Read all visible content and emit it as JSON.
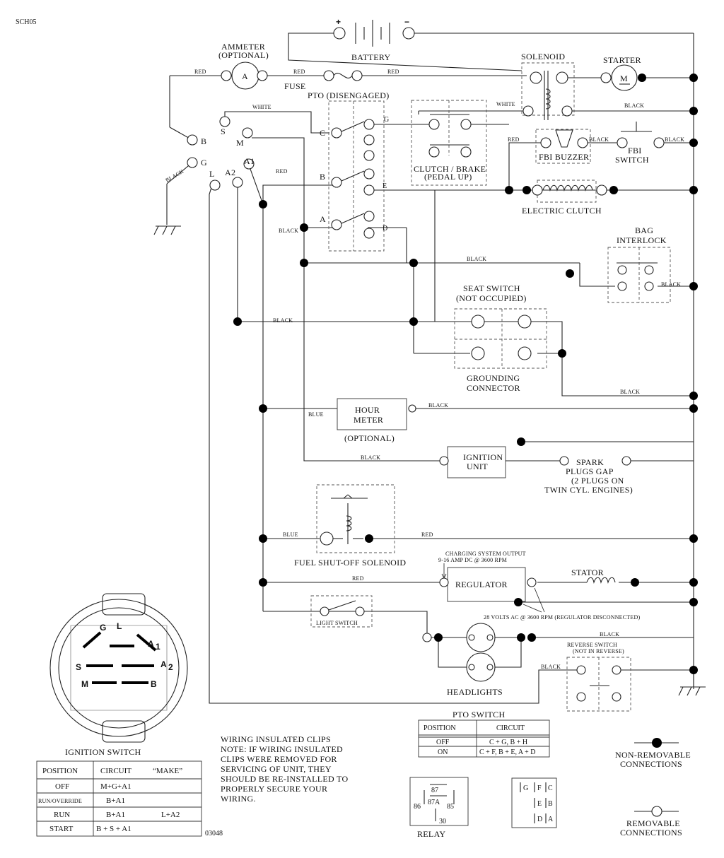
{
  "figure_code": "SCH05",
  "drawing_number": "03048",
  "components": {
    "battery": "BATTERY",
    "battery_plus": "+",
    "battery_minus": "−",
    "ammeter_title": "AMMETER",
    "ammeter_optional": "(OPTIONAL)",
    "ammeter_symbol": "A",
    "fuse": "FUSE",
    "pto_title": "PTO (DISENGAGED)",
    "solenoid": "SOLENOID",
    "starter": "STARTER",
    "starter_symbol": "M",
    "clutch_brake_1": "CLUTCH / BRAKE",
    "clutch_brake_2": "(PEDAL UP)",
    "fbi_buzzer": "FBI BUZZER",
    "fbi_switch_1": "FBI",
    "fbi_switch_2": "SWITCH",
    "electric_clutch": "ELECTRIC CLUTCH",
    "bag_interlock_1": "BAG",
    "bag_interlock_2": "INTERLOCK",
    "seat_switch_1": "SEAT SWITCH",
    "seat_switch_2": "(NOT OCCUPIED)",
    "grounding_1": "GROUNDING",
    "grounding_2": "CONNECTOR",
    "hour_meter_1": "HOUR",
    "hour_meter_2": "METER",
    "hour_meter_3": "(OPTIONAL)",
    "ignition_unit_1": "IGNITION",
    "ignition_unit_2": "UNIT",
    "spark_1": "SPARK",
    "spark_2": "PLUGS GAP",
    "spark_3": "(2 PLUGS ON",
    "spark_4": "TWIN CYL. ENGINES)",
    "fuel_solenoid": "FUEL SHUT-OFF SOLENOID",
    "charging_1": "CHARGING SYSTEM OUTPUT",
    "charging_2": "9-16 AMP DC @ 3600 RPM",
    "regulator": "REGULATOR",
    "stator": "STATOR",
    "volts_note": "28 VOLTS AC @ 3600 RPM (REGULATOR DISCONNECTED)",
    "light_switch": "LIGHT SWITCH",
    "headlights": "HEADLIGHTS",
    "reverse_switch_1": "REVERSE SWITCH",
    "reverse_switch_2": "(NOT IN REVERSE)",
    "relay": "RELAY"
  },
  "ignition_terminals": {
    "s": "S",
    "m": "M",
    "b": "B",
    "g": "G",
    "a1": "A1",
    "a2": "A2",
    "l": "L"
  },
  "pto_terminals": {
    "c": "C",
    "b": "B",
    "a": "A",
    "g": "G",
    "e": "E",
    "d": "D"
  },
  "wire_colors": {
    "red": "RED",
    "white": "WHITE",
    "black": "BLACK",
    "blue": "BLUE"
  },
  "ignition_switch_face": {
    "g": "G",
    "l": "L",
    "a1": "A",
    "a1_sub": "1",
    "a2": "A",
    "a2_sub": "2",
    "s": "S",
    "m": "M",
    "b": "B"
  },
  "ignition_switch_table": {
    "title": "IGNITION SWITCH",
    "headers": [
      "POSITION",
      "CIRCUIT",
      "“MAKE”"
    ],
    "rows": [
      [
        "OFF",
        "M+G+A1",
        ""
      ],
      [
        "RUN/OVERRIDE",
        "B+A1",
        ""
      ],
      [
        "RUN",
        "B+A1",
        "L+A2"
      ],
      [
        "START",
        "B + S + A1",
        ""
      ]
    ]
  },
  "pto_switch_table": {
    "title": "PTO SWITCH",
    "headers": [
      "POSITION",
      "CIRCUIT"
    ],
    "rows": [
      [
        "OFF",
        "C + G, B + H"
      ],
      [
        "ON",
        "C + F, B + E, A + D"
      ]
    ]
  },
  "note": {
    "line1": "WIRING INSULATED CLIPS",
    "line2": "NOTE: IF WIRING INSULATED",
    "line3": "CLIPS WERE REMOVED FOR",
    "line4": "SERVICING OF UNIT, THEY",
    "line5": "SHOULD BE RE-INSTALLED TO",
    "line6": "PROPERLY SECURE YOUR",
    "line7": "WIRING."
  },
  "relay_pins": {
    "p87": "87",
    "p87a": "87A",
    "p86": "86",
    "p85": "85",
    "p30": "30"
  },
  "connector_letters": {
    "g": "G",
    "f": "F",
    "c": "C",
    "e": "E",
    "b": "B",
    "d": "D",
    "a": "A"
  },
  "legend": {
    "non_removable_1": "NON-REMOVABLE",
    "non_removable_2": "CONNECTIONS",
    "removable_1": "REMOVABLE",
    "removable_2": "CONNECTIONS"
  }
}
